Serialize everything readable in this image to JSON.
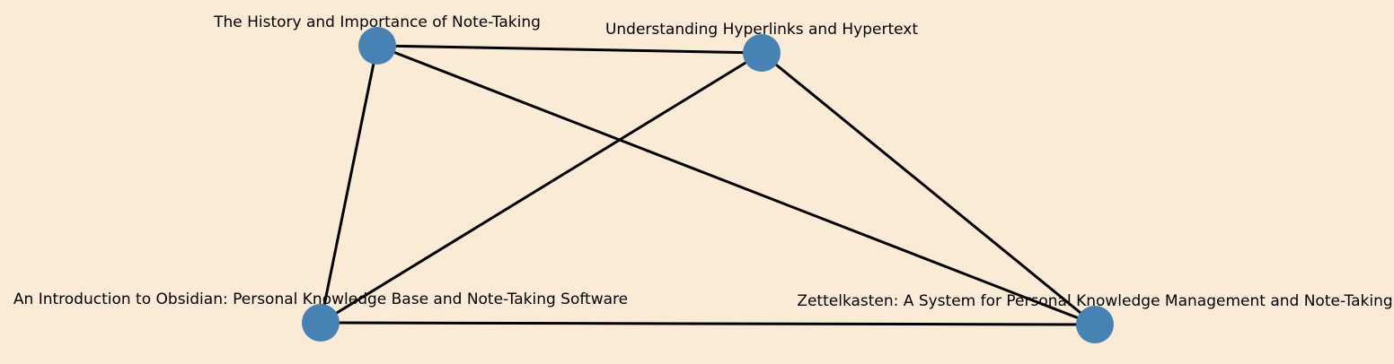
{
  "graph": {
    "background": "#faebd7",
    "node_color": "#4682b4",
    "edge_color": "#000000",
    "nodes": [
      {
        "id": "history",
        "label": "The History and Importance of Note-Taking"
      },
      {
        "id": "hyperlinks",
        "label": "Understanding Hyperlinks and Hypertext"
      },
      {
        "id": "obsidian",
        "label": "An Introduction to Obsidian: Personal Knowledge Base and Note-Taking Software"
      },
      {
        "id": "zettelkasten",
        "label": "Zettelkasten: A System for Personal Knowledge Management and Note-Taking"
      }
    ],
    "edges": [
      {
        "from": "history",
        "to": "hyperlinks"
      },
      {
        "from": "history",
        "to": "obsidian"
      },
      {
        "from": "history",
        "to": "zettelkasten"
      },
      {
        "from": "hyperlinks",
        "to": "obsidian"
      },
      {
        "from": "hyperlinks",
        "to": "zettelkasten"
      },
      {
        "from": "obsidian",
        "to": "zettelkasten"
      }
    ]
  }
}
